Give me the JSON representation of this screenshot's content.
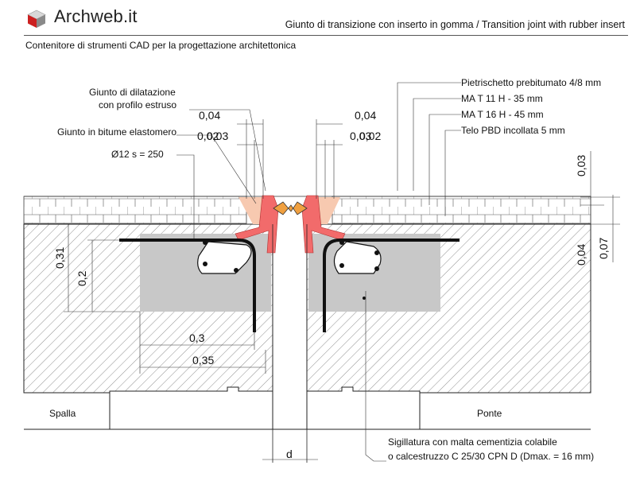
{
  "brand": {
    "logo_text": "Archweb.it"
  },
  "header": {
    "title": "Giunto di transizione con inserto in gomma  /  Transition joint with rubber insert",
    "subtitle": "Contenitore di strumenti CAD per la progettazione architettonica"
  },
  "colors": {
    "rubber": "#f26b6b",
    "bitumen": "#f7c9b0",
    "concrete_fill": "#c8c8c8",
    "rebar": "#111111",
    "link": "#f0a040"
  },
  "labels": {
    "giunto_dilatazione_1": "Giunto di dilatazione",
    "giunto_dilatazione_2": "con profilo estruso",
    "giunto_bitume": "Giunto in bitume elastomero",
    "diametro": "Ø12  s = 250",
    "pietrischetto": "Pietrischetto prebitumato 4/8 mm",
    "mat11": "MA T 11 H - 35 mm",
    "mat16": "MA T 16 H - 45 mm",
    "telo": "Telo PBD incollata 5 mm",
    "spalla": "Spalla",
    "ponte": "Ponte",
    "sigillatura_1": "Sigillatura con malta cementizia colabile",
    "sigillatura_2": "o calcestruzzo C 25/30 CPN D (Dmax. = 16 mm)"
  },
  "dimensions": {
    "left_top": "0,04",
    "left_small_a": "0,02",
    "left_small_b": "0,03",
    "right_top": "0,04",
    "right_small_a": "0,03",
    "right_small_b": "0,02",
    "right_003": "0,03",
    "right_004": "0,04",
    "right_007": "0,07",
    "left_031": "0,31",
    "left_02": "0,2",
    "bottom_03": "0,3",
    "bottom_035": "0,35",
    "gap_d": "d"
  }
}
